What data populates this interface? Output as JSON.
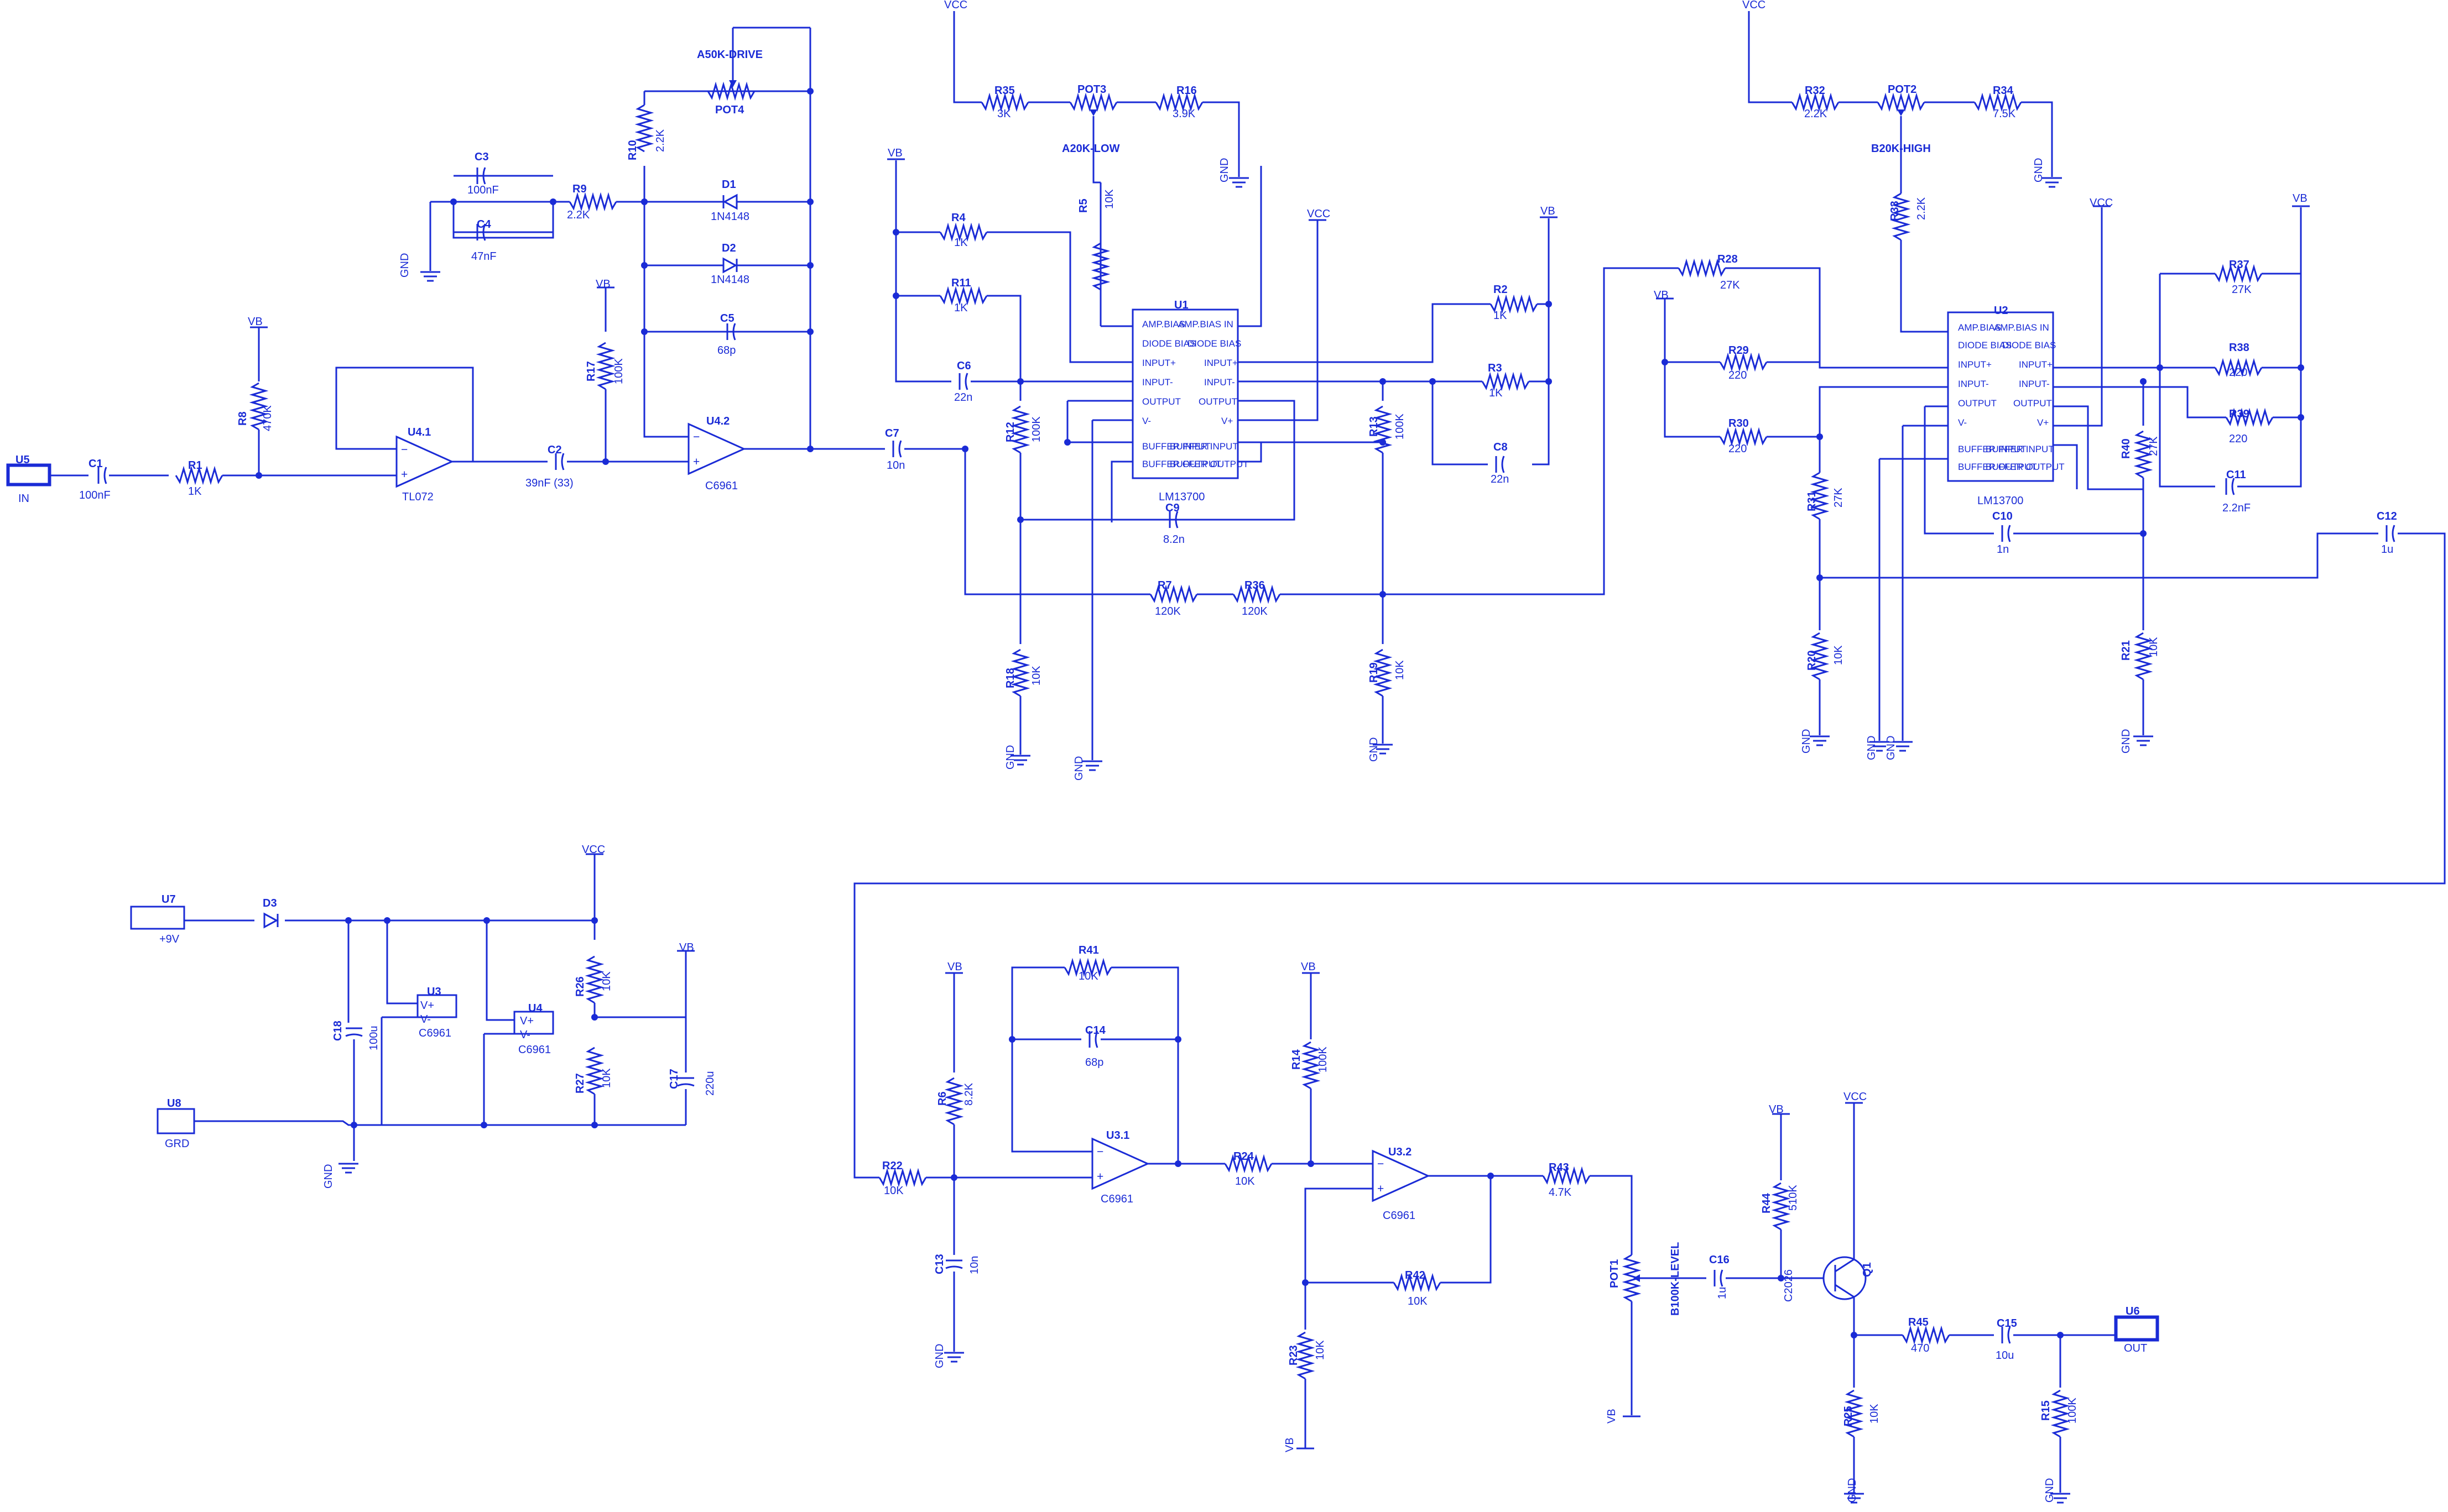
{
  "colors": {
    "ink": "#1a2bd6",
    "background": "#ffffff"
  },
  "ports": {
    "u5": {
      "ref": "U5",
      "name": "IN"
    },
    "u6": {
      "ref": "U6",
      "name": "OUT"
    },
    "u7": {
      "ref": "U7",
      "name": "+9V"
    },
    "u8": {
      "ref": "U8",
      "name": "GRD"
    }
  },
  "nets": {
    "vb": "VB",
    "vcc": "VCC",
    "gnd": "GND"
  },
  "resistors": {
    "r1": {
      "ref": "R1",
      "value": "1K"
    },
    "r2": {
      "ref": "R2",
      "value": "1K"
    },
    "r3": {
      "ref": "R3",
      "value": "1K"
    },
    "r4": {
      "ref": "R4",
      "value": "1K"
    },
    "r5": {
      "ref": "R5",
      "value": "10K"
    },
    "r7": {
      "ref": "R7",
      "value": "120K"
    },
    "r8": {
      "ref": "R8",
      "value": "470K"
    },
    "r9": {
      "ref": "R9",
      "value": "2.2K"
    },
    "r10": {
      "ref": "R10",
      "value": "2.2K"
    },
    "r11": {
      "ref": "R11",
      "value": "1K"
    },
    "r12": {
      "ref": "R12",
      "value": "100K"
    },
    "r13": {
      "ref": "R13",
      "value": "100K"
    },
    "r14": {
      "ref": "R14",
      "value": "100K"
    },
    "r15": {
      "ref": "R15",
      "value": "100K"
    },
    "r16": {
      "ref": "R16",
      "value": "3.9K"
    },
    "r17": {
      "ref": "R17",
      "value": "100K"
    },
    "r18": {
      "ref": "R18",
      "value": "10K"
    },
    "r19": {
      "ref": "R19",
      "value": "10K"
    },
    "r20": {
      "ref": "R20",
      "value": "10K"
    },
    "r21": {
      "ref": "R21",
      "value": "10K"
    },
    "r22": {
      "ref": "R22",
      "value": "10K"
    },
    "r23": {
      "ref": "R23",
      "value": "10K"
    },
    "r24": {
      "ref": "R24",
      "value": "10K"
    },
    "r25": {
      "ref": "R25",
      "value": "10K"
    },
    "r26": {
      "ref": "R26",
      "value": "10K"
    },
    "r27": {
      "ref": "R27",
      "value": "10K"
    },
    "r28": {
      "ref": "R28",
      "value": "27K"
    },
    "r29": {
      "ref": "R29",
      "value": "220"
    },
    "r30": {
      "ref": "R30",
      "value": "220"
    },
    "r31": {
      "ref": "R31",
      "value": "27K"
    },
    "r32": {
      "ref": "R32",
      "value": "2.2K"
    },
    "r33": {
      "ref": "R33",
      "value": "2.2K"
    },
    "r34": {
      "ref": "R34",
      "value": "7.5K"
    },
    "r35": {
      "ref": "R35",
      "value": "3K"
    },
    "r36": {
      "ref": "R36",
      "value": "120K"
    },
    "r37": {
      "ref": "R37",
      "value": "27K"
    },
    "r38": {
      "ref": "R38",
      "value": "220"
    },
    "r39": {
      "ref": "R39",
      "value": "220"
    },
    "r40": {
      "ref": "R40",
      "value": "27K"
    },
    "r41": {
      "ref": "R41",
      "value": "10K"
    },
    "r42": {
      "ref": "R42",
      "value": "10K"
    },
    "r43": {
      "ref": "R43",
      "value": "4.7K"
    },
    "r44": {
      "ref": "R44",
      "value": "510K"
    },
    "r45": {
      "ref": "R45",
      "value": "470"
    },
    "r6": {
      "ref": "R6",
      "value": "8.2K"
    }
  },
  "capacitors": {
    "c1": {
      "ref": "C1",
      "value": "100nF"
    },
    "c2": {
      "ref": "C2",
      "value": "39nF (33)"
    },
    "c3": {
      "ref": "C3",
      "value": "100nF"
    },
    "c4": {
      "ref": "C4",
      "value": "47nF"
    },
    "c5": {
      "ref": "C5",
      "value": "68p"
    },
    "c6": {
      "ref": "C6",
      "value": "22n"
    },
    "c7": {
      "ref": "C7",
      "value": "10n"
    },
    "c8": {
      "ref": "C8",
      "value": "22n"
    },
    "c9": {
      "ref": "C9",
      "value": "8.2n"
    },
    "c10": {
      "ref": "C10",
      "value": "1n"
    },
    "c11": {
      "ref": "C11",
      "value": "2.2nF"
    },
    "c12": {
      "ref": "C12",
      "value": "1u"
    },
    "c13": {
      "ref": "C13",
      "value": "10n"
    },
    "c14": {
      "ref": "C14",
      "value": "68p"
    },
    "c15": {
      "ref": "C15",
      "value": "10u"
    },
    "c16": {
      "ref": "C16",
      "value": "1u"
    },
    "c17": {
      "ref": "C17",
      "value": "220u"
    },
    "c18": {
      "ref": "C18",
      "value": "100u"
    }
  },
  "pots": {
    "pot1": {
      "ref": "POT1",
      "value": "B100K-LEVEL"
    },
    "pot2": {
      "ref": "POT2",
      "value": "B20K-HIGH"
    },
    "pot3": {
      "ref": "POT3",
      "value": "A20K-LOW"
    },
    "pot4": {
      "ref": "POT4",
      "value": "A50K-DRIVE"
    }
  },
  "diodes": {
    "d1": {
      "ref": "D1",
      "value": "1N4148"
    },
    "d2": {
      "ref": "D2",
      "value": "1N4148"
    },
    "d3": {
      "ref": "D3",
      "value": ""
    }
  },
  "transistor": {
    "ref": "Q1",
    "value": "C2026"
  },
  "opamps": {
    "u41": {
      "ref": "U4.1",
      "value": "TL072"
    },
    "u42": {
      "ref": "U4.2",
      "value": "C6961"
    },
    "u31": {
      "ref": "U3.1",
      "value": "C6961"
    },
    "u32": {
      "ref": "U3.2",
      "value": "C6961"
    },
    "u3": {
      "ref": "U3",
      "value": "C6961"
    },
    "u4": {
      "ref": "U4",
      "value": "C6961"
    }
  },
  "ota": {
    "u1": {
      "ref": "U1",
      "value": "LM13700"
    },
    "u2": {
      "ref": "U2",
      "value": "LM13700"
    },
    "left_pins": [
      "AMP.BIAS",
      "DIODE BIAS",
      "INPUT+",
      "INPUT-",
      "OUTPUT",
      "V-",
      "BUFFER INPUT",
      "BUFFER OUTPUT"
    ],
    "right_pins": [
      "AMP.BIAS IN",
      "DIODE BIAS",
      "INPUT+",
      "INPUT-",
      "OUTPUT",
      "V+",
      "BUFFER INPUT",
      "BUFFER OUTPUT"
    ]
  },
  "power_pins": {
    "vplus": "V+",
    "vminus": "V-"
  }
}
